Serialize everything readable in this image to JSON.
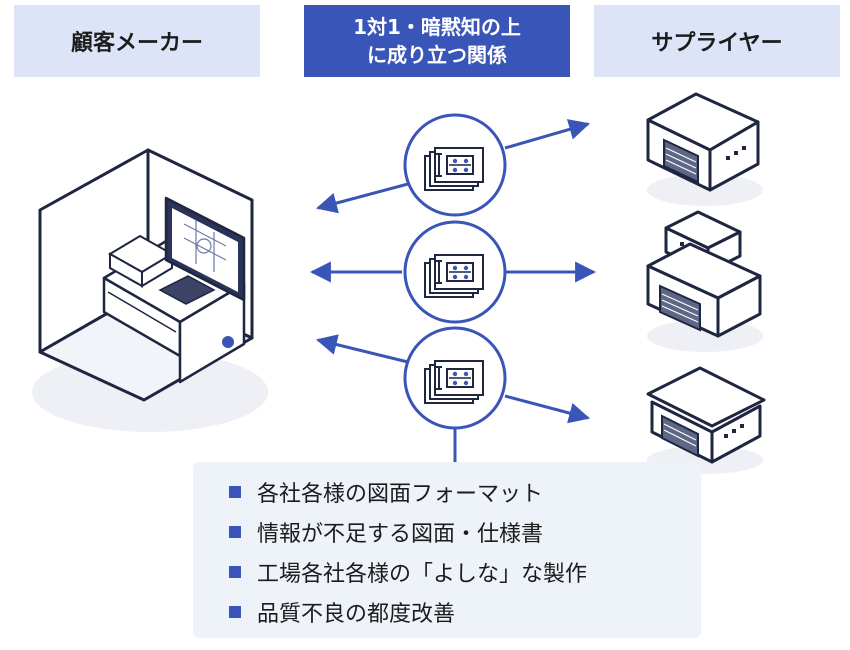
{
  "labels": {
    "customer": "顧客メーカー",
    "relationship_line1": "1対1・暗黙知の上",
    "relationship_line2": "に成り立つ関係",
    "supplier": "サプライヤー"
  },
  "issues": [
    "各社各様の図面フォーマット",
    "情報が不足する図面・仕様書",
    "工場各社各様の「よしな」な製作",
    "品質不良の都度改善"
  ],
  "colors": {
    "accent": "#3a55b8",
    "label_bg": "#dde4f7",
    "issue_bg": "#eef2f9",
    "outline": "#1f2640"
  },
  "icons": {
    "customer": "desk-computer-icon",
    "document": "drawing-document-icon",
    "supplier": "factory-building-icon"
  }
}
